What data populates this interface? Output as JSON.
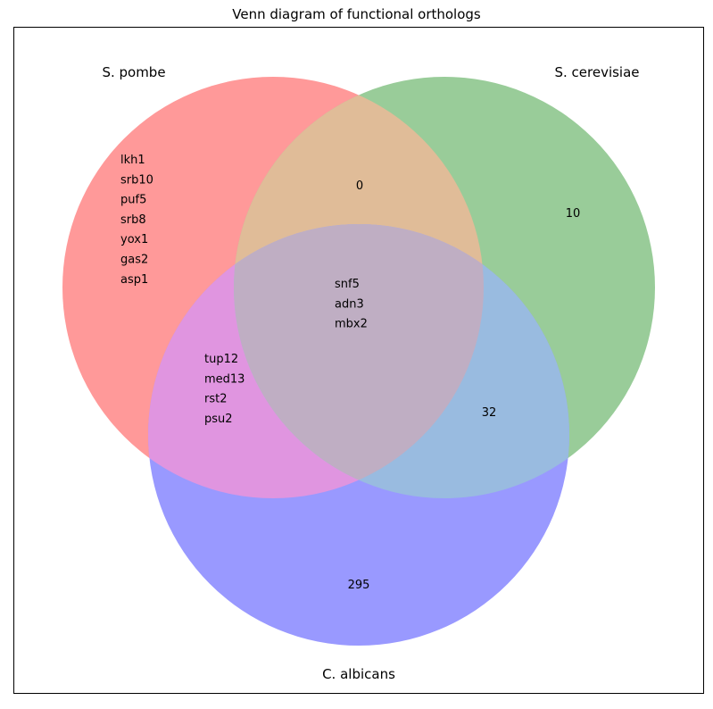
{
  "title": "Venn diagram of functional orthologs",
  "sets": {
    "a": {
      "label": "S. pombe",
      "color": "#ff9999"
    },
    "b": {
      "label": "S. cerevisiae",
      "color": "#99cc99"
    },
    "c": {
      "label": "C. albicans",
      "color": "#9999ff"
    }
  },
  "overlap_colors": {
    "ab": "#e0bc98",
    "ac": "#e095e0",
    "bc": "#99bbe0",
    "abc": "#bfaec3"
  },
  "regions": {
    "a_only": [
      "lkh1",
      "srb10",
      "puf5",
      "srb8",
      "yox1",
      "gas2",
      "asp1"
    ],
    "b_only": [
      "10"
    ],
    "c_only": [
      "295"
    ],
    "ab_only": [
      "0"
    ],
    "ac_only": [
      "tup12",
      "med13",
      "rst2",
      "psu2"
    ],
    "bc_only": [
      "32"
    ],
    "abc": [
      "snf5",
      "adn3",
      "mbx2"
    ]
  }
}
